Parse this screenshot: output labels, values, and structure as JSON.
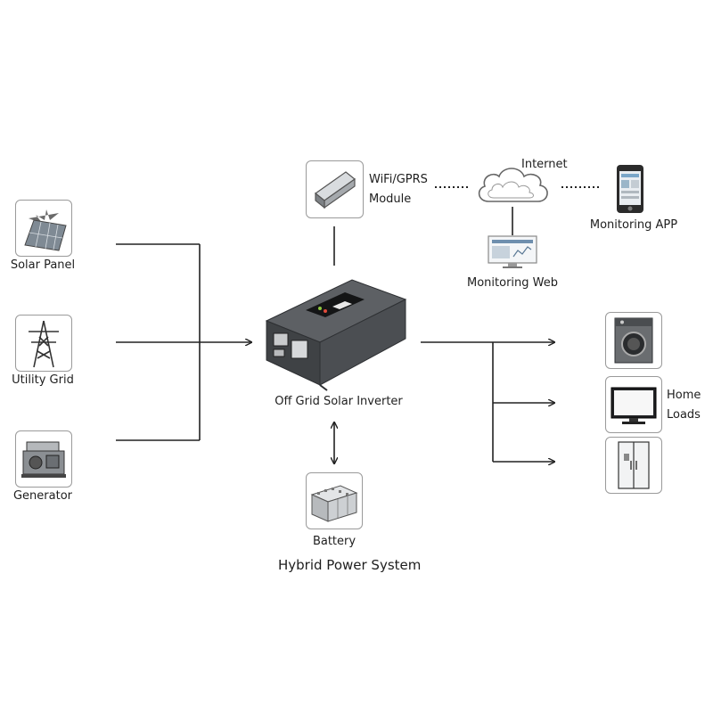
{
  "labels": {
    "solar_panel": "Solar Panel",
    "utility_grid": "Utility Grid",
    "generator": "Generator",
    "wifi_module_line1": "WiFi/GPRS",
    "wifi_module_line2": "Module",
    "internet": "Internet",
    "monitoring_app": "Monitoring APP",
    "monitoring_web": "Monitoring Web",
    "inverter": "Off Grid Solar Inverter",
    "battery": "Battery",
    "home_loads_line1": "Home",
    "home_loads_line2": "Loads"
  },
  "caption": "Hybrid Power System",
  "icons": {
    "solar_panel": "solar-panel-icon",
    "utility_grid": "power-tower-icon",
    "generator": "generator-icon",
    "wifi_module": "wifi-module-icon",
    "internet": "cloud-icon",
    "monitoring_app": "smartphone-icon",
    "monitoring_web": "monitor-icon",
    "inverter": "inverter-icon",
    "battery": "battery-icon",
    "washing_machine": "washing-machine-icon",
    "television": "television-icon",
    "refrigerator": "refrigerator-icon"
  },
  "colors": {
    "line": "#222222",
    "box_border": "#9a9a9a",
    "inverter_body": "#4a4d50"
  }
}
